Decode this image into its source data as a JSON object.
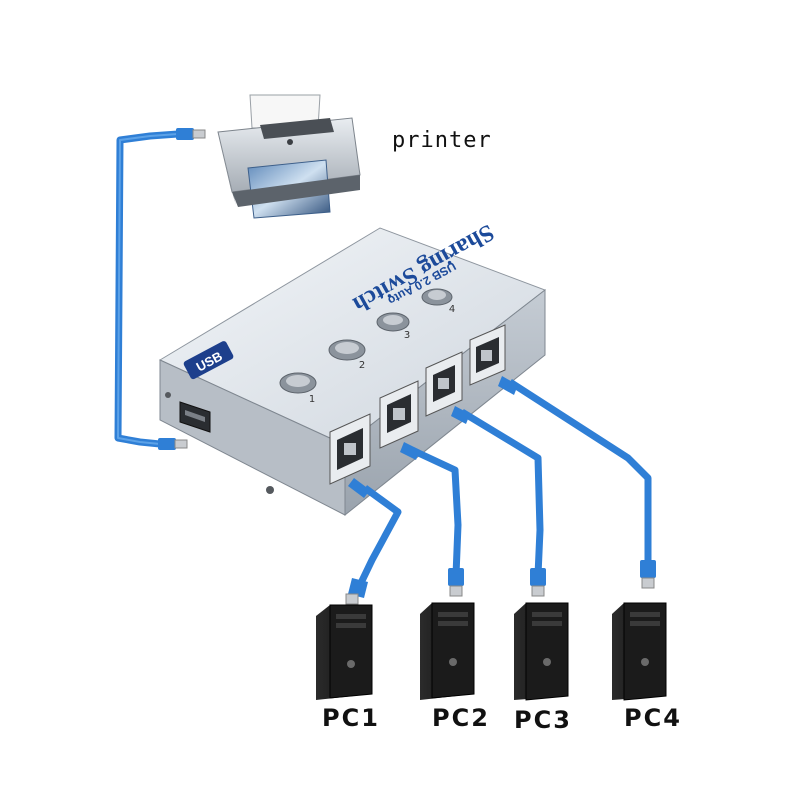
{
  "printer": {
    "label": "printer"
  },
  "device": {
    "title": "Sharing Switch",
    "subtitle": "USB 2.0 Auto",
    "logo": "USB",
    "button_numbers": [
      "1",
      "2",
      "3",
      "4"
    ]
  },
  "computers": [
    {
      "label": "PC1"
    },
    {
      "label": "PC2"
    },
    {
      "label": "PC3"
    },
    {
      "label": "PC4"
    }
  ],
  "colors": {
    "cable": "#2f7fd6",
    "cable_dark": "#1f63b3",
    "device_body": "#d8dde4",
    "device_top": "#e6ebf1",
    "device_title": "#1c4a9a",
    "tower": "#151515"
  }
}
